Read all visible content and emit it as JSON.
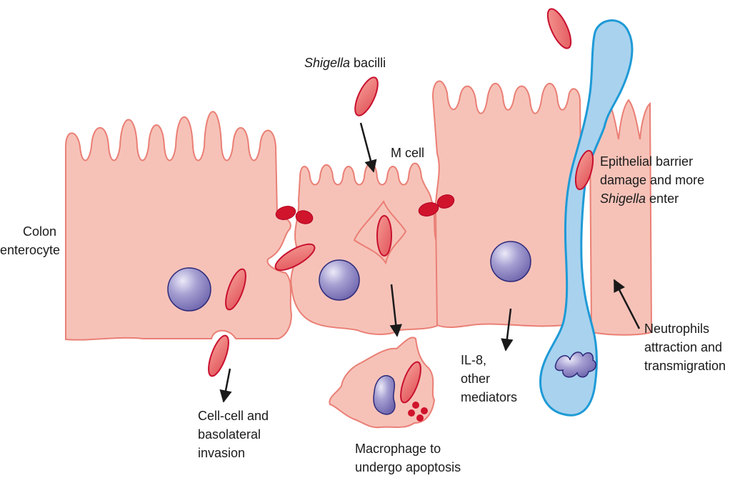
{
  "labels": {
    "shigella_bacilli": {
      "italic": "Shigella",
      "rest": " bacilli"
    },
    "m_cell": "M cell",
    "colon_enterocyte": [
      "Colon",
      "enterocyte"
    ],
    "epithelial_damage": {
      "line1": "Epithelial barrier",
      "line2": "damage and more",
      "line3_italic": "Shigella",
      "line3_rest": " enter"
    },
    "cell_cell_invasion": [
      "Cell-cell and",
      "basolateral",
      "invasion"
    ],
    "macrophage": [
      "Macrophage to",
      "undergo apoptosis"
    ],
    "il8": [
      "IL-8,",
      "other",
      "mediators"
    ],
    "neutrophils": [
      "Neutrophils",
      "attraction and",
      "transmigration"
    ]
  },
  "colors": {
    "cell_fill": "#f6c2b8",
    "cell_stroke": "#ea7f75",
    "bacillus_fill": "#ee6b6b",
    "bacillus_stroke": "#c8102e",
    "dark_red": "#d0142c",
    "nucleus_fill": "#8e86c4",
    "nucleus_stroke": "#2d2a7a",
    "vessel_fill": "#a9d2ee",
    "vessel_stroke": "#1e9ad6",
    "arrow": "#1a1a1a"
  }
}
